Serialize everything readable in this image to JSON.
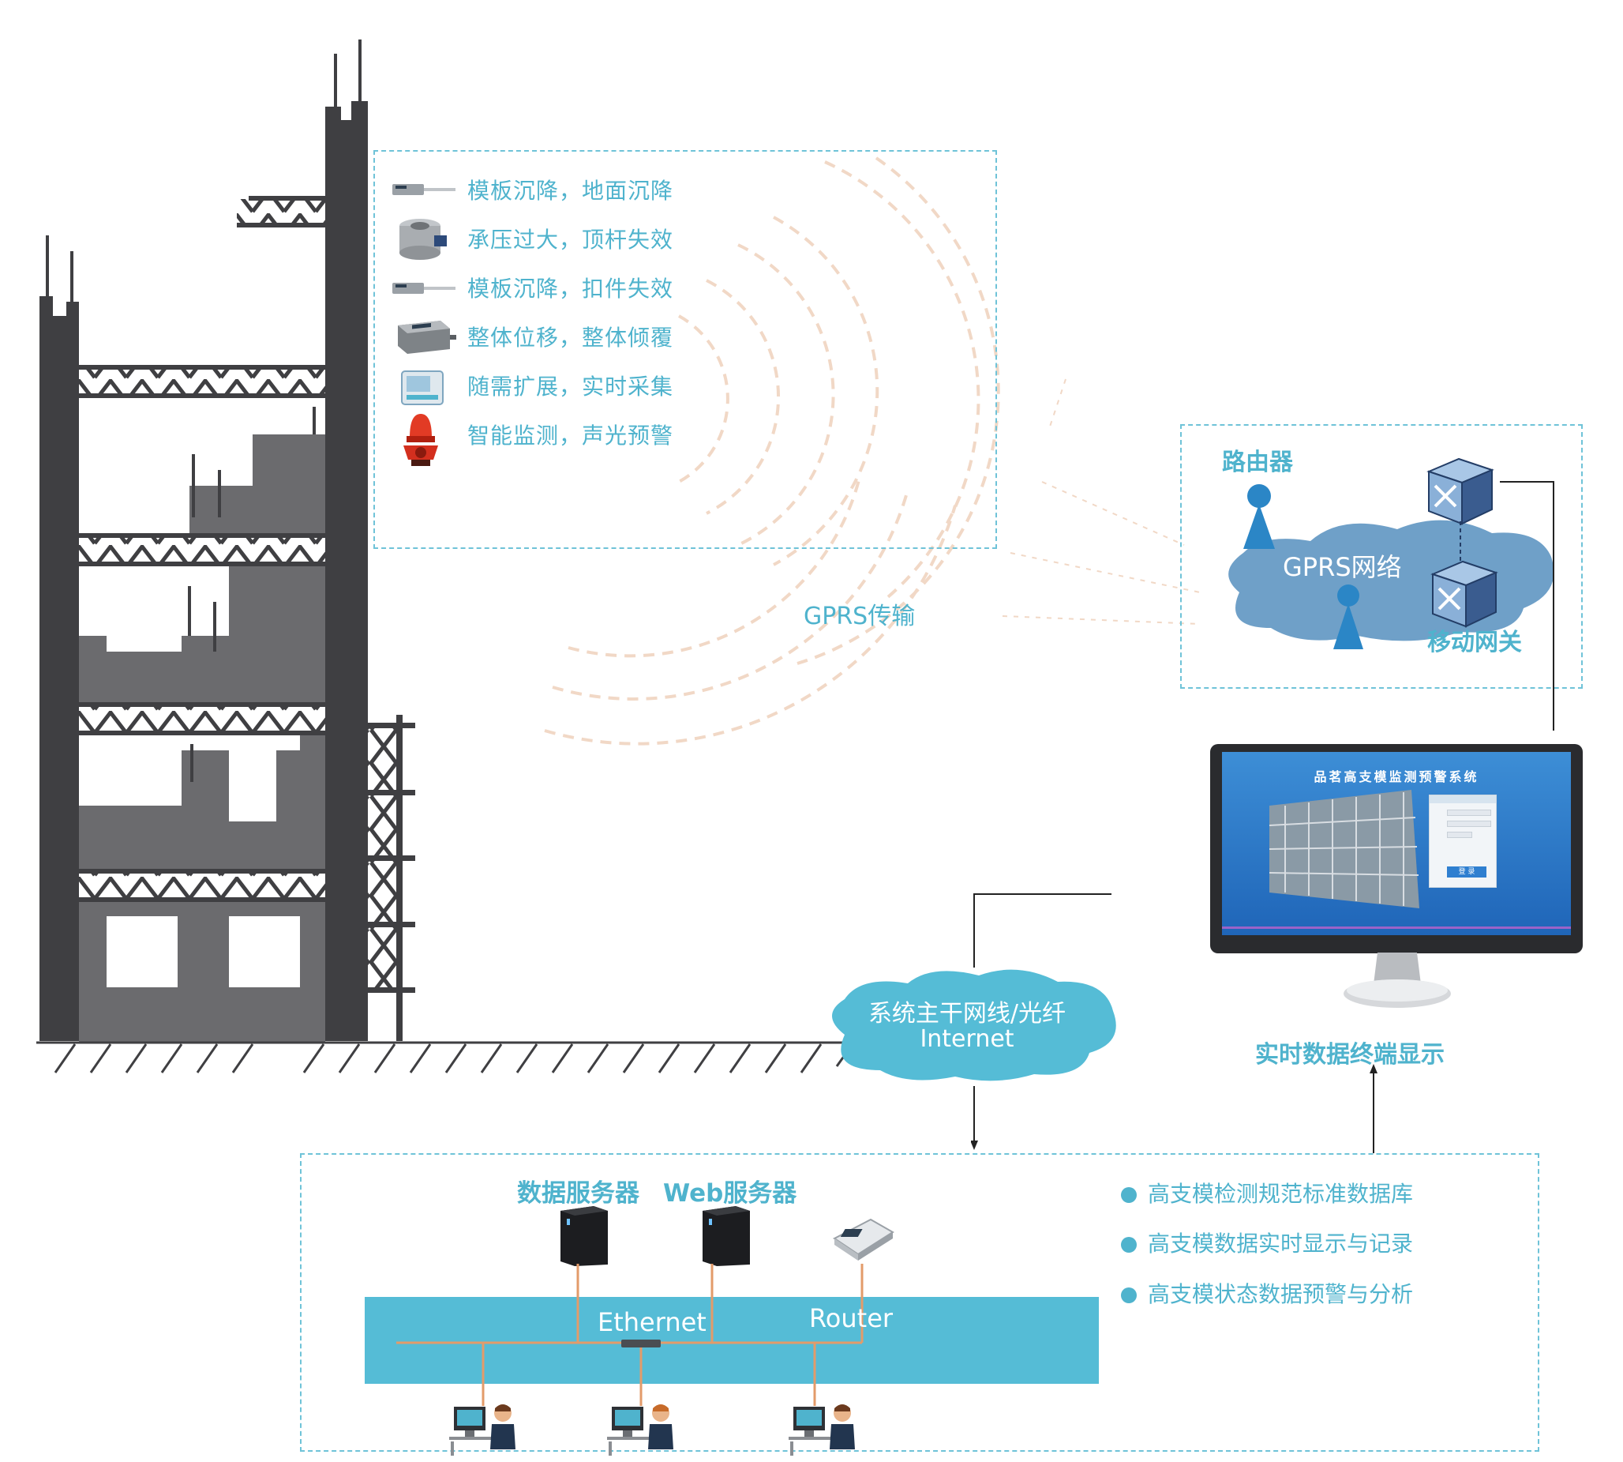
{
  "sensors": [
    {
      "label": "模板沉降，地面沉降",
      "icon": "displacement-sensor-icon"
    },
    {
      "label": "承压过大，顶杆失效",
      "icon": "load-cell-icon"
    },
    {
      "label": "模板沉降，扣件失效",
      "icon": "displacement-sensor-icon"
    },
    {
      "label": "整体位移，整体倾覆",
      "icon": "tilt-sensor-icon"
    },
    {
      "label": "随需扩展，实时采集",
      "icon": "data-collector-icon"
    },
    {
      "label": "智能监测，声光预警",
      "icon": "alarm-light-icon"
    }
  ],
  "gprs_transmission": "GPRS传输",
  "gprs_network": {
    "router_label": "路由器",
    "cloud_label": "GPRS网络",
    "gateway_label": "移动网关"
  },
  "terminal": {
    "screen_title": "品茗高支模监测预警系统",
    "caption": "实时数据终端显示",
    "login_button": "登 录"
  },
  "backbone": {
    "line1": "系统主干网线/光纤",
    "line2": "Internet"
  },
  "servers": {
    "data_server": "数据服务器",
    "web_server": "Web服务器",
    "ethernet": "Ethernet",
    "router": "Router"
  },
  "features": [
    "高支模检测规范标准数据库",
    "高支模数据实时显示与记录",
    "高支模状态数据预警与分析"
  ],
  "colors": {
    "teal": "#4fb3cd",
    "cloud_blue": "#6fa0c8",
    "building_dark": "#3f3f42",
    "building_gray": "#6b6b6e"
  }
}
